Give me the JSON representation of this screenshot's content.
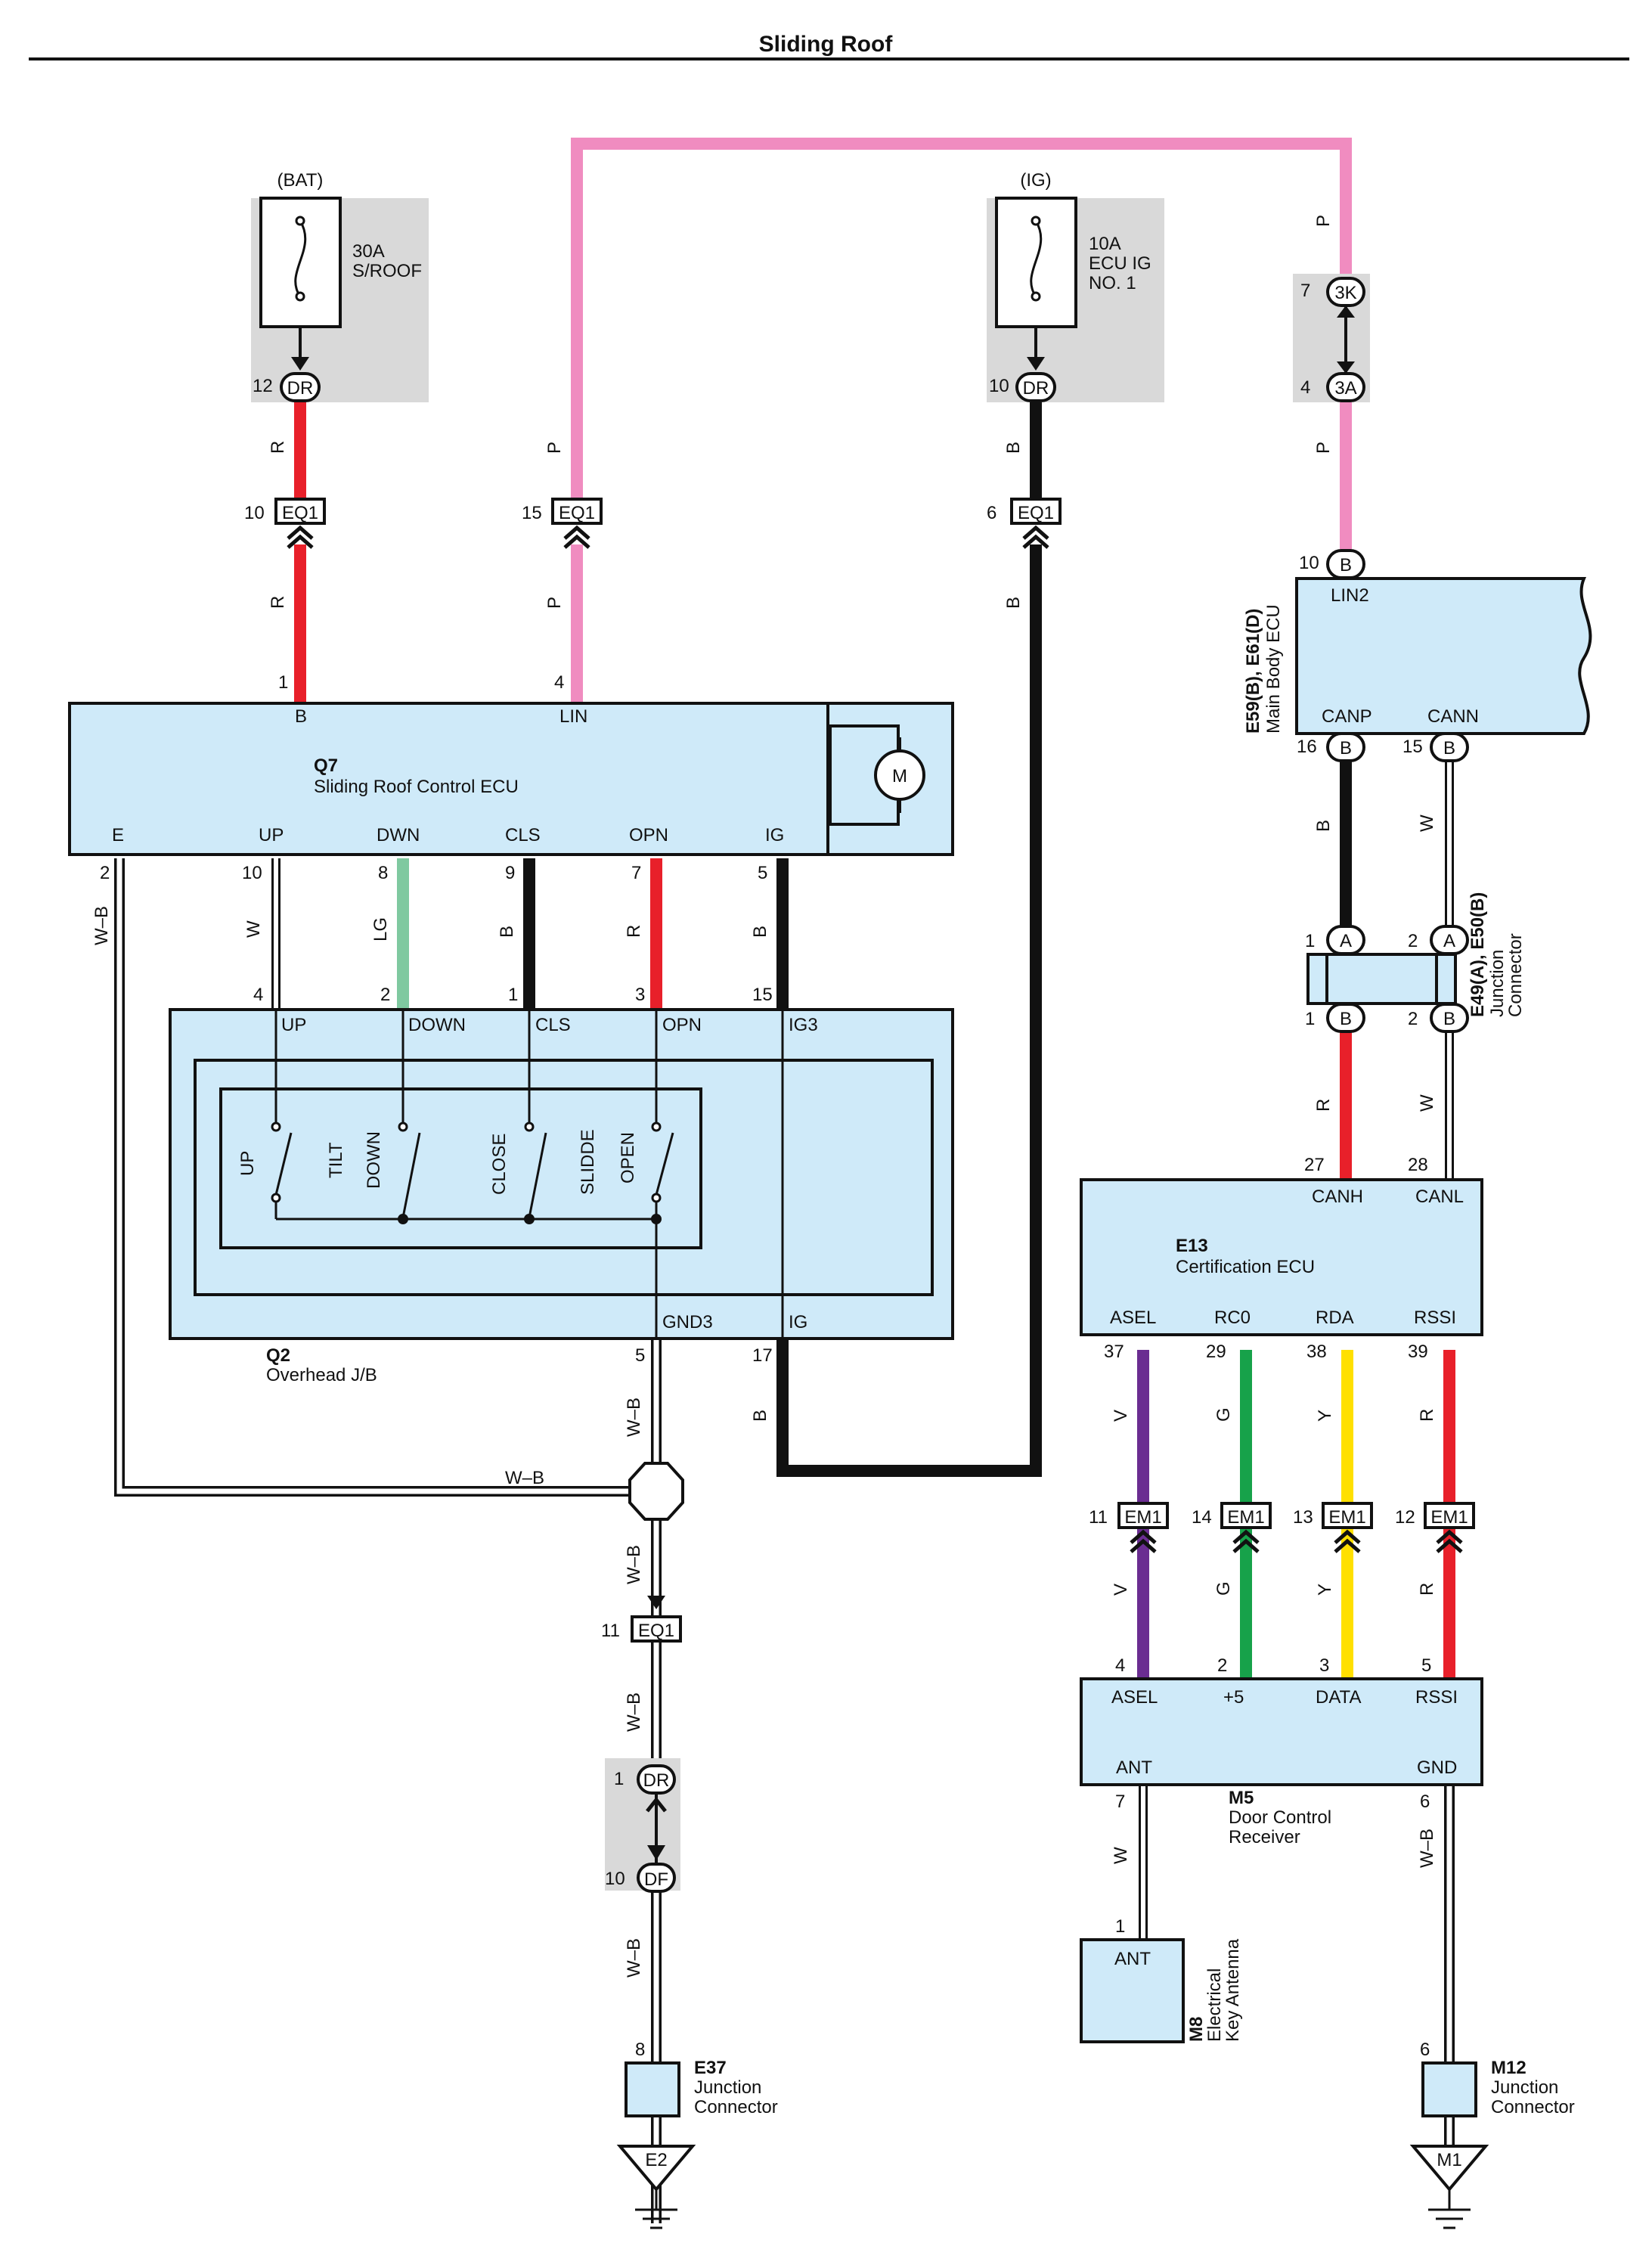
{
  "title": "Sliding Roof",
  "colors": {
    "R": "#e8202a",
    "P": "#f08cc0",
    "B": "#111111",
    "W": "#ffffff",
    "LG": "#7fc9a0",
    "V": "#6a2d91",
    "G": "#17a24a",
    "Y": "#ffe000",
    "WB": "#ffffff",
    "ecu_fill": "#cfeaf9",
    "fuse_bg": "#d9d9d9"
  },
  "fuses": [
    {
      "source": "(BAT)",
      "rating": "30A",
      "name": "S/ROOF",
      "name2": "",
      "pin": "12",
      "conn": "DR"
    },
    {
      "source": "(IG)",
      "rating": "10A",
      "name": "ECU IG",
      "name2": "NO. 1",
      "pin": "10",
      "conn": "DR"
    }
  ],
  "inline_connectors": {
    "eq1_a": {
      "pin": "10",
      "conn": "EQ1"
    },
    "eq1_b": {
      "pin": "15",
      "conn": "EQ1"
    },
    "eq1_c": {
      "pin": "6",
      "conn": "EQ1"
    },
    "eq1_d": {
      "pin": "11",
      "conn": "EQ1"
    },
    "k3_top": {
      "pin": "7",
      "conn": "3K"
    },
    "a3_bot": {
      "pin": "4",
      "conn": "3A"
    },
    "dr_e2": {
      "pin": "1",
      "conn": "DR"
    },
    "df_e2": {
      "pin": "10",
      "conn": "DF"
    },
    "em1": [
      {
        "pin": "11",
        "conn": "EM1"
      },
      {
        "pin": "14",
        "conn": "EM1"
      },
      {
        "pin": "13",
        "conn": "EM1"
      },
      {
        "pin": "12",
        "conn": "EM1"
      }
    ]
  },
  "q7": {
    "id": "Q7",
    "name": "Sliding Roof Control ECU",
    "motor": "M",
    "top_pins": [
      {
        "label": "B",
        "num": "1"
      },
      {
        "label": "LIN",
        "num": "4"
      }
    ],
    "bottom_pins": [
      {
        "label": "E",
        "num": "2"
      },
      {
        "label": "UP",
        "num": "10"
      },
      {
        "label": "DWN",
        "num": "8"
      },
      {
        "label": "CLS",
        "num": "9"
      },
      {
        "label": "OPN",
        "num": "7"
      },
      {
        "label": "IG",
        "num": "5"
      }
    ]
  },
  "q2": {
    "id": "Q2",
    "name": "Overhead J/B",
    "top_pins": [
      {
        "label": "UP",
        "num": "4"
      },
      {
        "label": "DOWN",
        "num": "2"
      },
      {
        "label": "CLS",
        "num": "1"
      },
      {
        "label": "OPN",
        "num": "3"
      },
      {
        "label": "IG3",
        "num": "15"
      }
    ],
    "switch_labels": [
      "UP",
      "TILT",
      "DOWN",
      "CLOSE",
      "SLIDDE",
      "OPEN"
    ],
    "bottom_pins": [
      {
        "label": "GND3",
        "num": "5"
      },
      {
        "label": "IG",
        "num": "17"
      }
    ]
  },
  "main_body": {
    "id": "E59(B), E61(D)",
    "name": "Main Body ECU",
    "top_pin": {
      "label": "LIN2",
      "num": "10",
      "conn": "B"
    },
    "bottom_pins": [
      {
        "label": "CANP",
        "num": "16",
        "conn": "B"
      },
      {
        "label": "CANN",
        "num": "15",
        "conn": "B"
      }
    ]
  },
  "jc_e49": {
    "id": "E49(A), E50(B)",
    "name1": "Junction",
    "name2": "Connector",
    "top": [
      {
        "num": "1",
        "conn": "A"
      },
      {
        "num": "2",
        "conn": "A"
      }
    ],
    "bottom": [
      {
        "num": "1",
        "conn": "B"
      },
      {
        "num": "2",
        "conn": "B"
      }
    ]
  },
  "e13": {
    "id": "E13",
    "name": "Certification ECU",
    "top_pins": [
      {
        "label": "CANH",
        "num": "27"
      },
      {
        "label": "CANL",
        "num": "28"
      }
    ],
    "bottom_pins": [
      {
        "label": "ASEL",
        "num": "37"
      },
      {
        "label": "RC0",
        "num": "29"
      },
      {
        "label": "RDA",
        "num": "38"
      },
      {
        "label": "RSSI",
        "num": "39"
      }
    ]
  },
  "m5": {
    "id": "M5",
    "name1": "Door Control",
    "name2": "Receiver",
    "top_pins": [
      {
        "label": "ASEL",
        "num": "4"
      },
      {
        "label": "+5",
        "num": "2"
      },
      {
        "label": "DATA",
        "num": "3"
      },
      {
        "label": "RSSI",
        "num": "5"
      }
    ],
    "bottom_pins": [
      {
        "label": "ANT",
        "num": "7"
      },
      {
        "label": "GND",
        "num": "6"
      }
    ]
  },
  "m8": {
    "id": "M8",
    "name1": "Electrical",
    "name2": "Key Antenna",
    "pin_label": "ANT",
    "num": "1"
  },
  "e37": {
    "id": "E37",
    "name1": "Junction",
    "name2": "Connector",
    "num": "8",
    "ground": "E2"
  },
  "m12": {
    "id": "M12",
    "name1": "Junction",
    "name2": "Connector",
    "num": "6",
    "ground": "M1"
  },
  "wire_labels": {
    "r1": "R",
    "r2": "R",
    "p1": "P",
    "p2": "P",
    "b1": "B",
    "b2": "B",
    "p3": "P",
    "p4": "P",
    "wb_e": "W–B",
    "w_up": "W",
    "lg": "LG",
    "b_cls": "B",
    "r_opn": "R",
    "b_ig": "B",
    "wb_gnd": "W–B",
    "b_ig17": "B",
    "wb_horiz": "W–B",
    "wb_down": "W–B",
    "wb_eq1": "W–B",
    "wb_e37": "W–B",
    "b_canp": "B",
    "w_cann": "W",
    "r_canh": "R",
    "w_canl": "W",
    "v1": "V",
    "g1": "G",
    "y1": "Y",
    "rr1": "R",
    "v2": "V",
    "g2": "G",
    "y2": "Y",
    "rr2": "R",
    "w_ant": "W",
    "wb_m12": "W–B"
  }
}
